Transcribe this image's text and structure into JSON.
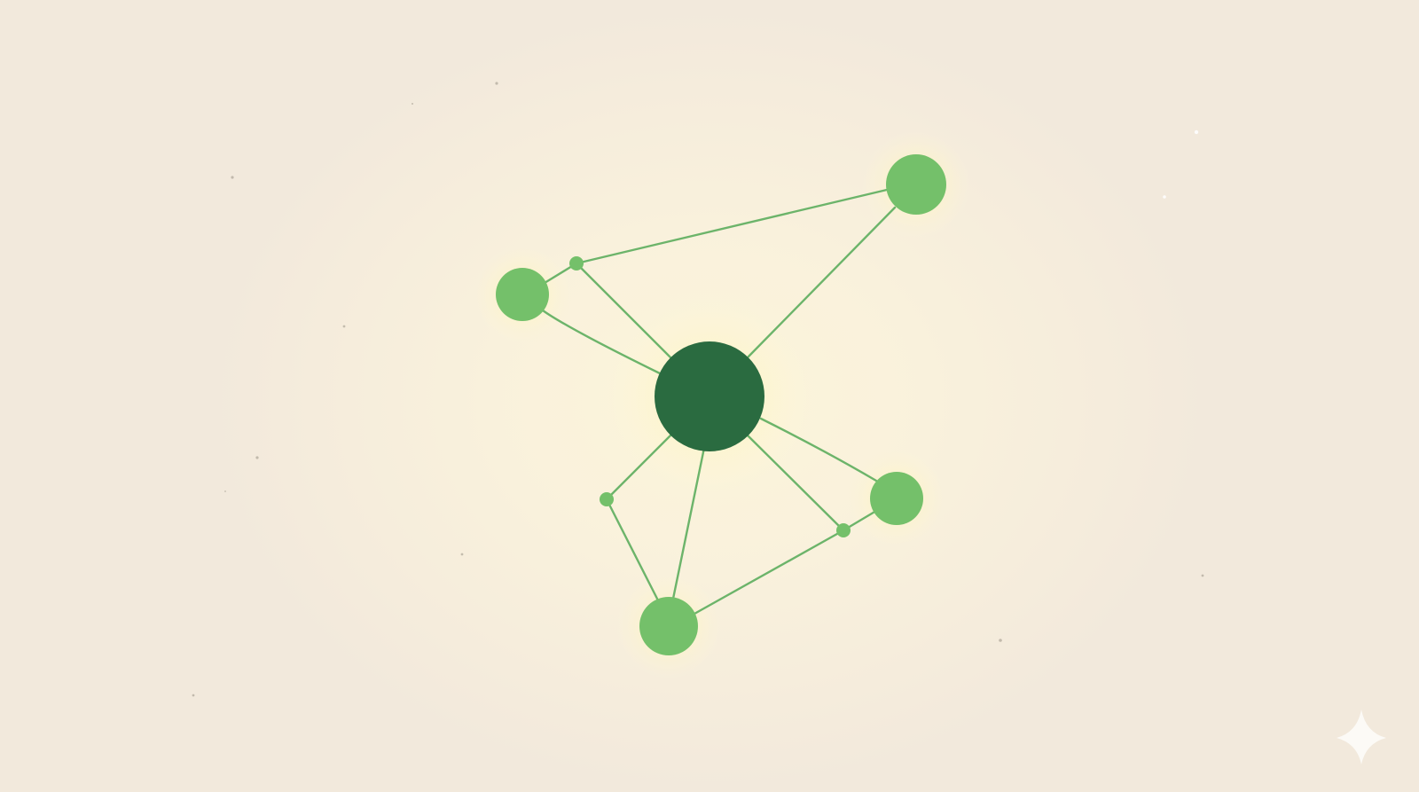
{
  "diagram": {
    "type": "network-graph",
    "colors": {
      "background": "#f6eedc",
      "hub_node": "#2a6b40",
      "leaf_node": "#74c06a",
      "edge": "#6cb46a",
      "glow": "#fff3b8"
    },
    "nodes": [
      {
        "id": "hub",
        "role": "hub"
      },
      {
        "id": "upper-right",
        "role": "leaf"
      },
      {
        "id": "left",
        "role": "leaf"
      },
      {
        "id": "right",
        "role": "leaf"
      },
      {
        "id": "bottom",
        "role": "leaf"
      },
      {
        "id": "junction-upper-left",
        "role": "junction"
      },
      {
        "id": "junction-lower-left",
        "role": "junction"
      },
      {
        "id": "junction-lower-right",
        "role": "junction"
      }
    ],
    "edges": [
      [
        "junction-upper-left",
        "upper-right"
      ],
      [
        "junction-upper-left",
        "left"
      ],
      [
        "junction-upper-left",
        "hub"
      ],
      [
        "left",
        "hub"
      ],
      [
        "hub",
        "upper-right"
      ],
      [
        "hub",
        "junction-lower-left"
      ],
      [
        "junction-lower-left",
        "bottom"
      ],
      [
        "hub",
        "bottom"
      ],
      [
        "hub",
        "junction-lower-right"
      ],
      [
        "hub",
        "right"
      ],
      [
        "junction-lower-right",
        "right"
      ],
      [
        "junction-lower-right",
        "bottom"
      ]
    ],
    "decorations": [
      "sparkle-icon"
    ]
  }
}
